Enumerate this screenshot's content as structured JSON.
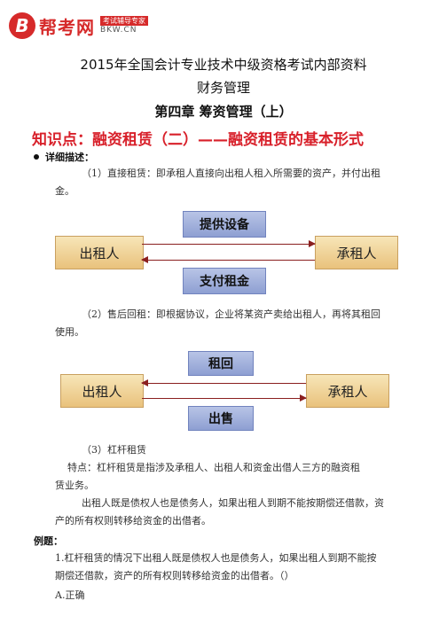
{
  "logo": {
    "mark": "B",
    "name": "帮考网",
    "tagline": "考试辅导专家",
    "url": "BKW.CN"
  },
  "header": {
    "line1": "2015年全国会计专业技术中级资格考试内部资料",
    "line2": "财务管理",
    "line3": "第四章  筹资管理（上）"
  },
  "knowledge_point": "知识点：融资租赁（二）——融资租赁的基本形式",
  "detail_label": "详细描述：",
  "item1": {
    "line1": "（1）直接租赁：即承租人直接向出租人租入所需要的资产，并付出租",
    "line2": "金。"
  },
  "diagram1": {
    "left": "出租人",
    "right": "承租人",
    "top": "提供设备",
    "bottom": "支付租金"
  },
  "item2": {
    "line1": "（2）售后回租：即根据协议，企业将某资产卖给出租人，再将其租回",
    "line2": "使用。"
  },
  "diagram2": {
    "left": "出租人",
    "right": "承租人",
    "top": "租回",
    "bottom": "出售"
  },
  "item3": {
    "title": "（3）杠杆租赁",
    "feature_line1": "特点：杠杆租赁是指涉及承租人、出租人和资金出借人三方的融资租",
    "feature_line2": "赁业务。",
    "note_line1": "出租人既是债权人也是债务人，如果出租人到期不能按期偿还借款，资",
    "note_line2": "产的所有权则转移给资金的出借者。"
  },
  "example": {
    "label": "例题：",
    "q_line1": "1.杠杆租赁的情况下出租人既是债权人也是债务人，如果出租人到期不能按",
    "q_line2": "期偿还借款，资产的所有权则转移给资金的出借者。（）",
    "option_a": "A.正确"
  },
  "colors": {
    "red": "#d8202a",
    "box": "#e9c27c",
    "pill": "#8e9fd2",
    "arrow": "#8a1f1f"
  }
}
